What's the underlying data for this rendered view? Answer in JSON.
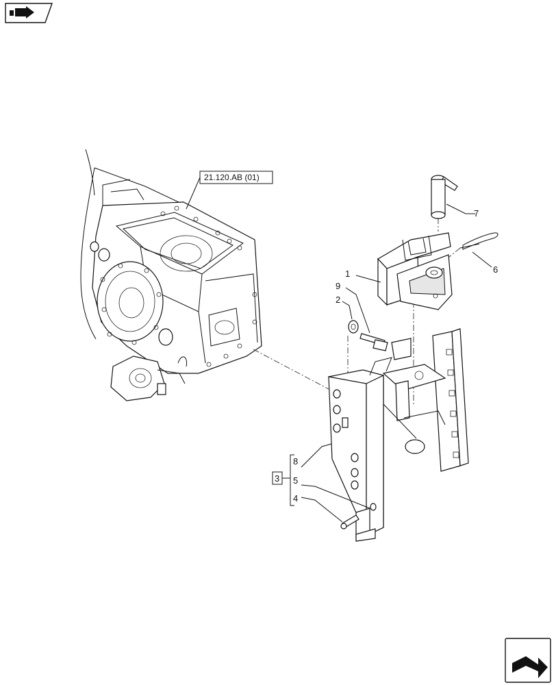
{
  "reference_label": "21.120.AB (01)",
  "callouts": {
    "c1": "1",
    "c2": "2",
    "c3": "3",
    "c4": "4",
    "c5": "5",
    "c6": "6",
    "c7": "7",
    "c8": "8",
    "c9": "9"
  },
  "icons": {
    "top_left": "page-back-arrow-icon",
    "bottom_right": "page-forward-arrow-icon"
  }
}
